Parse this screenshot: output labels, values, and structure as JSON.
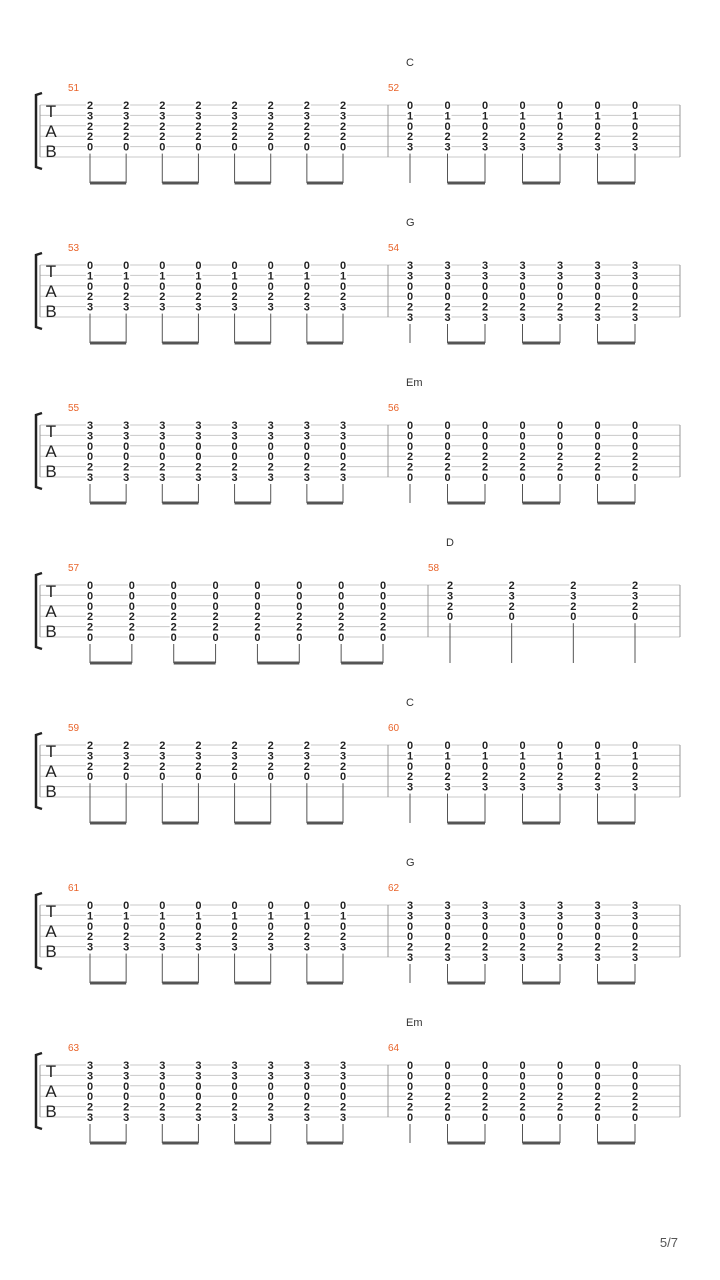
{
  "tab_label": [
    "T",
    "A",
    "B"
  ],
  "page_number": "5/7",
  "systems": [
    {
      "measures": [
        {
          "number": "51",
          "chord": "",
          "beats": 8,
          "frets": [
            "2",
            "3",
            "2",
            "2",
            "0"
          ],
          "strings": [
            0,
            1,
            2,
            3,
            4
          ]
        },
        {
          "number": "52",
          "chord": "C",
          "beats": 7,
          "frets": [
            "0",
            "1",
            "0",
            "2",
            "3"
          ],
          "strings": [
            0,
            1,
            2,
            3,
            4
          ]
        }
      ]
    },
    {
      "measures": [
        {
          "number": "53",
          "chord": "",
          "beats": 8,
          "frets": [
            "0",
            "1",
            "0",
            "2",
            "3"
          ],
          "strings": [
            0,
            1,
            2,
            3,
            4
          ]
        },
        {
          "number": "54",
          "chord": "G",
          "beats": 7,
          "frets": [
            "3",
            "3",
            "0",
            "0",
            "2",
            "3"
          ],
          "strings": [
            0,
            1,
            2,
            3,
            4,
            5
          ]
        }
      ]
    },
    {
      "measures": [
        {
          "number": "55",
          "chord": "",
          "beats": 8,
          "frets": [
            "3",
            "3",
            "0",
            "0",
            "2",
            "3"
          ],
          "strings": [
            0,
            1,
            2,
            3,
            4,
            5
          ]
        },
        {
          "number": "56",
          "chord": "Em",
          "beats": 7,
          "frets": [
            "0",
            "0",
            "0",
            "2",
            "2",
            "0"
          ],
          "strings": [
            0,
            1,
            2,
            3,
            4,
            5
          ]
        }
      ]
    },
    {
      "measures": [
        {
          "number": "57",
          "chord": "",
          "beats": 8,
          "frets": [
            "0",
            "0",
            "0",
            "2",
            "2",
            "0"
          ],
          "strings": [
            0,
            1,
            2,
            3,
            4,
            5
          ]
        },
        {
          "number": "58",
          "chord": "D",
          "beats": 4,
          "frets": [
            "2",
            "3",
            "2",
            "0"
          ],
          "strings": [
            0,
            1,
            2,
            3
          ]
        }
      ]
    },
    {
      "measures": [
        {
          "number": "59",
          "chord": "",
          "beats": 8,
          "frets": [
            "2",
            "3",
            "2",
            "0"
          ],
          "strings": [
            0,
            1,
            2,
            3
          ]
        },
        {
          "number": "60",
          "chord": "C",
          "beats": 7,
          "frets": [
            "0",
            "1",
            "0",
            "2",
            "3"
          ],
          "strings": [
            0,
            1,
            2,
            3,
            4
          ]
        }
      ]
    },
    {
      "measures": [
        {
          "number": "61",
          "chord": "",
          "beats": 8,
          "frets": [
            "0",
            "1",
            "0",
            "2",
            "3"
          ],
          "strings": [
            0,
            1,
            2,
            3,
            4
          ]
        },
        {
          "number": "62",
          "chord": "G",
          "beats": 7,
          "frets": [
            "3",
            "3",
            "0",
            "0",
            "2",
            "3"
          ],
          "strings": [
            0,
            1,
            2,
            3,
            4,
            5
          ]
        }
      ]
    },
    {
      "measures": [
        {
          "number": "63",
          "chord": "",
          "beats": 8,
          "frets": [
            "3",
            "3",
            "0",
            "0",
            "2",
            "3"
          ],
          "strings": [
            0,
            1,
            2,
            3,
            4,
            5
          ]
        },
        {
          "number": "64",
          "chord": "Em",
          "beats": 7,
          "frets": [
            "0",
            "0",
            "0",
            "2",
            "2",
            "0"
          ],
          "strings": [
            0,
            1,
            2,
            3,
            4,
            5
          ]
        }
      ]
    }
  ]
}
